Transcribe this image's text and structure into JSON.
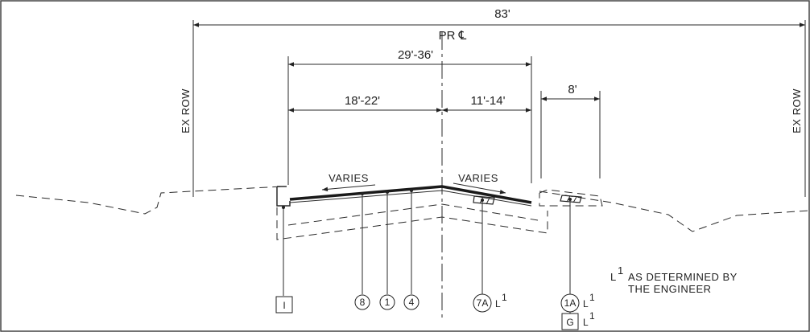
{
  "dimensions": {
    "overall": "83'",
    "pavement_total": "29'-36'",
    "left_lane": "18'-22'",
    "right_lane": "11'-14'",
    "shoulder": "8'"
  },
  "labels": {
    "centerline": "PR ℄",
    "row_left": "EX ROW",
    "row_right": "EX ROW",
    "varies_left": "VARIES",
    "varies_right": "VARIES"
  },
  "callouts": {
    "box_i": "I",
    "c8": "8",
    "c1": "1",
    "c4": "4",
    "c7a": "7A",
    "c1a": "1A",
    "box_g": "G",
    "footnote_mark": "L",
    "footnote_sup": "1"
  },
  "note": {
    "mark": "L",
    "sup": "1",
    "line1": "AS DETERMINED BY",
    "line2": "THE ENGINEER"
  },
  "colors": {
    "ink": "#222222",
    "background": "#ffffff"
  }
}
